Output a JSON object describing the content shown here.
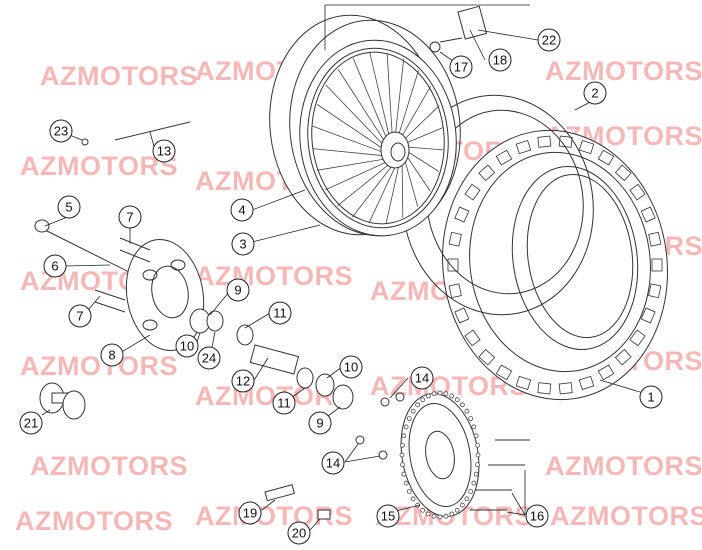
{
  "watermark": "AZMOTORS",
  "callouts": {
    "c1": "1",
    "c2": "2",
    "c3": "3",
    "c4": "4",
    "c5": "5",
    "c6": "6",
    "c7a": "7",
    "c7b": "7",
    "c8": "8",
    "c9a": "9",
    "c9b": "9",
    "c10a": "10",
    "c10b": "10",
    "c11a": "11",
    "c11b": "11",
    "c12": "12",
    "c13": "13",
    "c14a": "14",
    "c14b": "14",
    "c15": "15",
    "c16": "16",
    "c17": "17",
    "c18": "18",
    "c19": "19",
    "c20": "20",
    "c21": "21",
    "c22": "22",
    "c23": "23",
    "c24": "24"
  },
  "colors": {
    "watermark": "#f4b8b8",
    "line": "#222222",
    "highlight": "#e06060"
  },
  "icons": {
    "tire": "tire-icon",
    "rim": "spoked-rim-icon",
    "disc": "brake-disc-icon",
    "sprocket": "sprocket-icon",
    "hub": "hub-icon"
  }
}
